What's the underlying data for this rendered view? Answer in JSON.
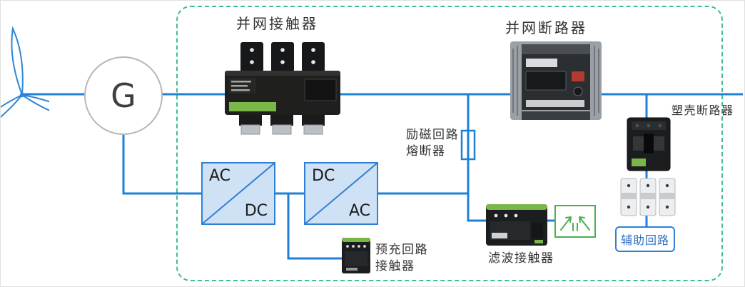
{
  "diagram": {
    "labels": {
      "grid_contactor": "并网接触器",
      "grid_breaker": "并网断路器",
      "excitation_fuse": [
        "励磁回路",
        "熔断器"
      ],
      "mccb": "塑壳断路器",
      "filter_contactor": "滤波接触器",
      "precharge": [
        "预充回路",
        "接触器"
      ],
      "aux_circuit": "辅助回路"
    },
    "generator_label": "G",
    "converters": [
      {
        "top": "AC",
        "bottom": "DC"
      },
      {
        "top": "DC",
        "bottom": "AC"
      }
    ],
    "colors": {
      "line_blue": "#1e80d8",
      "border_green": "#3fbf8a",
      "converter_fill": "#cfe1f5",
      "converter_border": "#2f7fd4",
      "label_color": "#333333",
      "aux_blue": "#2d6fc0",
      "filter_green": "#4caf50",
      "device_green": "#7ab648"
    }
  }
}
